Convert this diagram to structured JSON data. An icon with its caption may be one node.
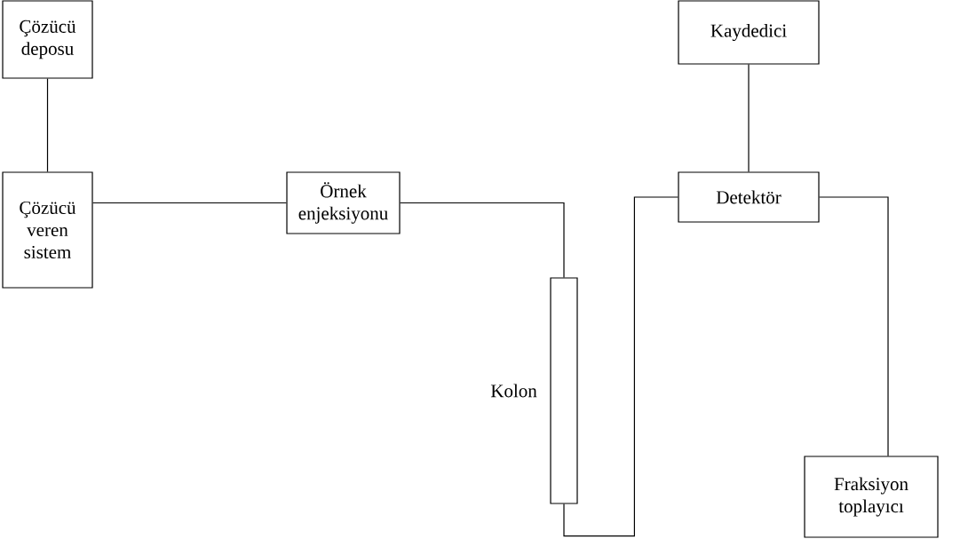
{
  "diagram": {
    "nodes": [
      {
        "text": [
          "Çözücü deposu"
        ]
      },
      {
        "text": [
          "Çözücü veren sistem"
        ]
      },
      {
        "text": [
          "Örnek enjeksiyonu"
        ]
      },
      {
        "text": [],
        "shape": "bar",
        "beside": [
          "Kolon"
        ]
      },
      {
        "text": [
          "Detektör"
        ]
      },
      {
        "text": [
          "Kaydedici"
        ]
      },
      {
        "text": [
          "Fraksiyon toplayıcı"
        ]
      }
    ],
    "edges": [
      {
        "from": 0,
        "to": 1,
        "arrow": "none"
      },
      {
        "from": 1,
        "to": 2,
        "arrow": "none"
      },
      {
        "from": 2,
        "to": 3,
        "arrow": "none"
      },
      {
        "from": 3,
        "to": 4,
        "arrow": "none"
      },
      {
        "from": 4,
        "to": 5,
        "arrow": "none"
      },
      {
        "from": 4,
        "to": 6,
        "arrow": "none"
      }
    ]
  }
}
